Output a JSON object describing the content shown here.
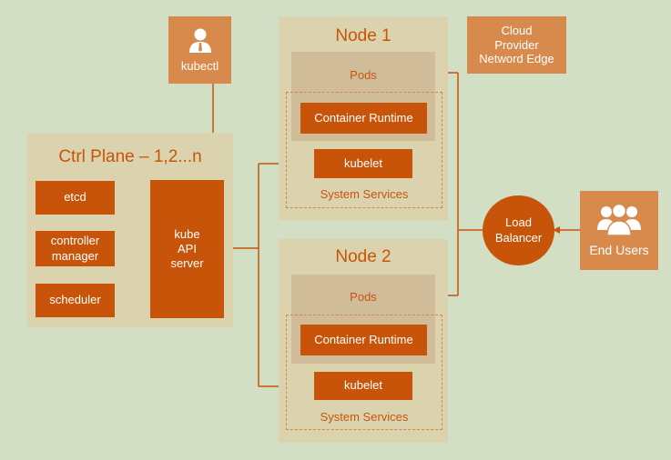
{
  "control_plane": {
    "title": "Ctrl Plane – 1,2...n",
    "etcd": "etcd",
    "controller_manager": "controller\nmanager",
    "scheduler": "scheduler",
    "api_server": "kube\nAPI\nserver"
  },
  "kubectl": {
    "label": "kubectl",
    "icon": "user-icon"
  },
  "node1": {
    "title": "Node 1",
    "pods": "Pods",
    "container_runtime": "Container Runtime",
    "kubelet": "kubelet",
    "system_services": "System Services"
  },
  "node2": {
    "title": "Node 2",
    "pods": "Pods",
    "container_runtime": "Container Runtime",
    "kubelet": "kubelet",
    "system_services": "System Services"
  },
  "cloud_edge": {
    "label": "Cloud\nProvider\nNetword Edge"
  },
  "load_balancer": {
    "label": "Load\nBalancer"
  },
  "end_users": {
    "label": "End Users",
    "icon": "users-group-icon"
  },
  "colors": {
    "background": "#d3dfc4",
    "panel": "#dbd3ad",
    "accent_dark": "#c8540a",
    "accent_light": "#d88a4d",
    "pods_bg": "#d1bc99"
  }
}
